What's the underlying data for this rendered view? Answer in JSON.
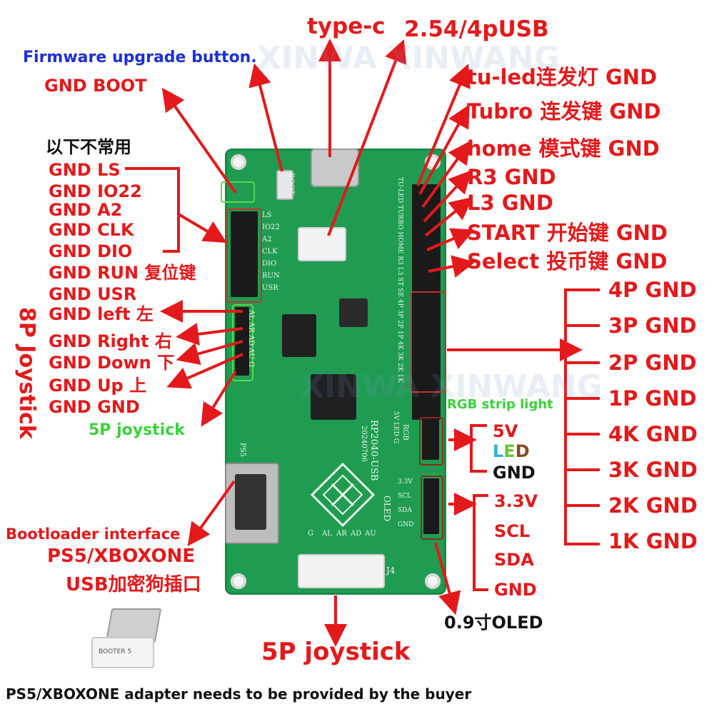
{
  "header": {
    "type_c": "type-c",
    "usb_254": "2.54/4pUSB",
    "firmware": "Firmware upgrade button.",
    "gnd_boot": "GND BOOT",
    "watermark": "XINWA XINWANG"
  },
  "left_pins": {
    "title": "以下不常用",
    "items": [
      "GND LS",
      "GND IO22",
      "GND A2",
      "GND CLK",
      "GND DIO",
      "GND RUN 复位键",
      "GND USR"
    ]
  },
  "joystick_8p": {
    "vertical_label": "8P Joystick",
    "items": [
      "GND left 左",
      "GND Right 右",
      "GND Down 下",
      "GND Up 上",
      "GND GND"
    ],
    "five_p_label": "5P joystick"
  },
  "right_top": {
    "items": [
      "tu-led连发灯 GND",
      "Tubro 连发键 GND",
      "home 模式键 GND",
      "R3 GND",
      "L3 GND",
      "START 开始键 GND",
      "Select 投币键 GND"
    ]
  },
  "right_buttons": {
    "items": [
      "4P GND",
      "3P GND",
      "2P GND",
      "1P GND",
      "4K GND",
      "3K GND",
      "2K GND",
      "1K GND"
    ]
  },
  "rgb": {
    "title": "RGB strip light",
    "v5": "5V",
    "led_L": "L",
    "led_E": "E",
    "led_D": "D",
    "gnd": "GND"
  },
  "oled": {
    "items": [
      "3.3V",
      "SCL",
      "SDA",
      "GND"
    ],
    "title": "0.9寸OLED"
  },
  "bottom": {
    "bootloader": "Bootloader interface",
    "ps5": "PS5/XBOXONE",
    "usb_dongle": "USB加密狗插口",
    "five_p_joystick": "5P joystick",
    "dongle_label": "BOOTER 5",
    "footer": "PS5/XBOXONE adapter needs to be provided by the buyer"
  },
  "board": {
    "boot": "BOOT",
    "left_silk": [
      "LS",
      "IO22",
      "A2",
      "CLK",
      "DIO",
      "RUN",
      "USR"
    ],
    "silk_aluarg": "AL AR AD AU G",
    "right_silk": "TU-LED TURBO HOME R3 L3 ST SE 4P 3P 2P 1P 4K 3K 2K 1K",
    "chip_name": "RP2040-USB",
    "date": "20240706",
    "rgb_silk": "RGB",
    "rgb_pins": "5V LED G",
    "oled_silk": "OLED",
    "oled_pins": [
      "3.3V",
      "SCL",
      "SDA",
      "GND"
    ],
    "ps5_silk": "PS5",
    "j4": "J4",
    "j4_pins": [
      "AU",
      "AD",
      "AR",
      "AL",
      "G"
    ]
  },
  "colors": {
    "label_red": "#e3191b",
    "board_green": "#1f9c52",
    "firmware_blue": "#1d2fd6",
    "rgb_green": "#3bd13b",
    "led_brown": "#8a4a1a"
  }
}
